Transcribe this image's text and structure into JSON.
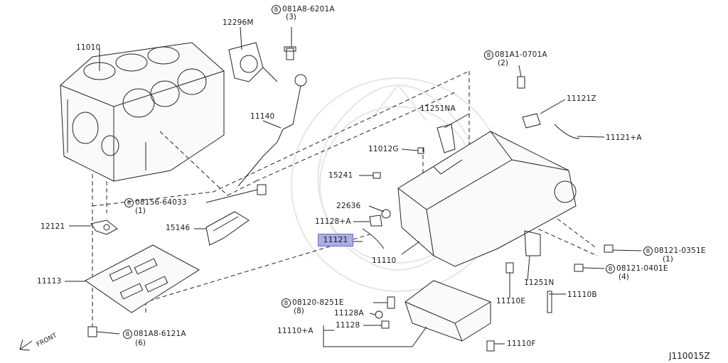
{
  "diagram": {
    "code": "J110015Z",
    "front_label": "FRONT",
    "highlight_part": "11121",
    "labels": {
      "p11010": "11010",
      "p12296m": "12296M",
      "bolt_081a8_6201a": "081A8-6201A",
      "qty_081a8_6201a": "(3)",
      "p11140": "11140",
      "bolt_08156_64033": "08156-64033",
      "qty_08156_64033": "(1)",
      "p12121": "12121",
      "p15146": "15146",
      "p11113": "11113",
      "bolt_081a8_6121a": "081A8-6121A",
      "qty_081a8_6121a": "(6)",
      "bolt_081a1_0701a": "081A1-0701A",
      "qty_081a1_0701a": "(2)",
      "p11251na": "11251NA",
      "p11121z": "11121Z",
      "p11121a": "11121+A",
      "p11012g": "11012G",
      "p15241": "15241",
      "p22636": "22636",
      "p11128a_top": "11128+A",
      "p11121": "11121",
      "p11110": "11110",
      "p11251n": "11251N",
      "p11110e": "11110E",
      "p11110b": "11110B",
      "bolt_08121_0351e": "08121-0351E",
      "qty_08121_0351e": "(1)",
      "bolt_08121_0401e": "08121-0401E",
      "qty_08121_0401e": "(4)",
      "bolt_08120_8251e": "08120-8251E",
      "qty_08120_8251e": "(8)",
      "p11128a_bot": "11128A",
      "p11110a": "11110+A",
      "p11128": "11128",
      "p11110f": "11110F"
    },
    "bolt_marker": "B"
  }
}
